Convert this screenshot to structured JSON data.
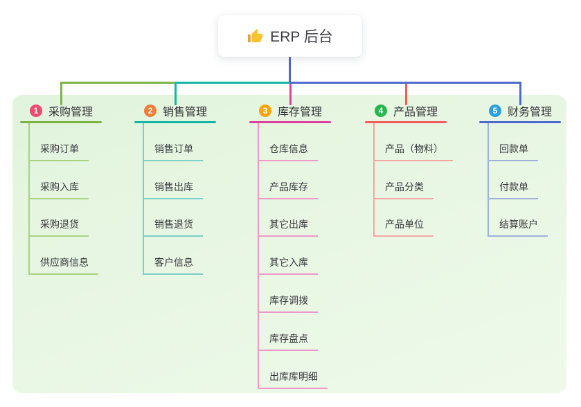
{
  "root": {
    "label": "ERP 后台",
    "icon": "thumbs-up-icon",
    "icon_colors": {
      "hand": "#fbc22f",
      "cuff": "#e2a336"
    }
  },
  "canvas": {
    "background": "#ffffff",
    "panel_color_start": "#e2f4dd",
    "panel_color_end": "#eef9ea"
  },
  "connector": {
    "root_line_color": "#4f68cd"
  },
  "branches": [
    {
      "index": "1",
      "label": "采购管理",
      "badge_color": "#f1486e",
      "line_color": "#7cb342",
      "light_line_color": "#a9d180",
      "children": [
        "采购订单",
        "采购入库",
        "采购退货",
        "供应商信息"
      ]
    },
    {
      "index": "2",
      "label": "销售管理",
      "badge_color": "#ef7e3a",
      "line_color": "#13b5a6",
      "light_line_color": "#7bcfc6",
      "children": [
        "销售订单",
        "销售出库",
        "销售退货",
        "客户信息"
      ]
    },
    {
      "index": "3",
      "label": "库存管理",
      "badge_color": "#f6a60d",
      "line_color": "#dd3f9f",
      "light_line_color": "#ec99c9",
      "children": [
        "仓库信息",
        "产品库存",
        "其它出库",
        "其它入库",
        "库存调拨",
        "库存盘点",
        "出库库明细"
      ]
    },
    {
      "index": "4",
      "label": "产品管理",
      "badge_color": "#2ab44f",
      "line_color": "#f25b5b",
      "light_line_color": "#f6a5a5",
      "children": [
        "产品（物料）",
        "产品分类",
        "产品单位"
      ]
    },
    {
      "index": "5",
      "label": "财务管理",
      "badge_color": "#2aa0e0",
      "line_color": "#4f68cd",
      "light_line_color": "#9fb0dd",
      "children": [
        "回款单",
        "付款单",
        "结算账户"
      ]
    }
  ]
}
